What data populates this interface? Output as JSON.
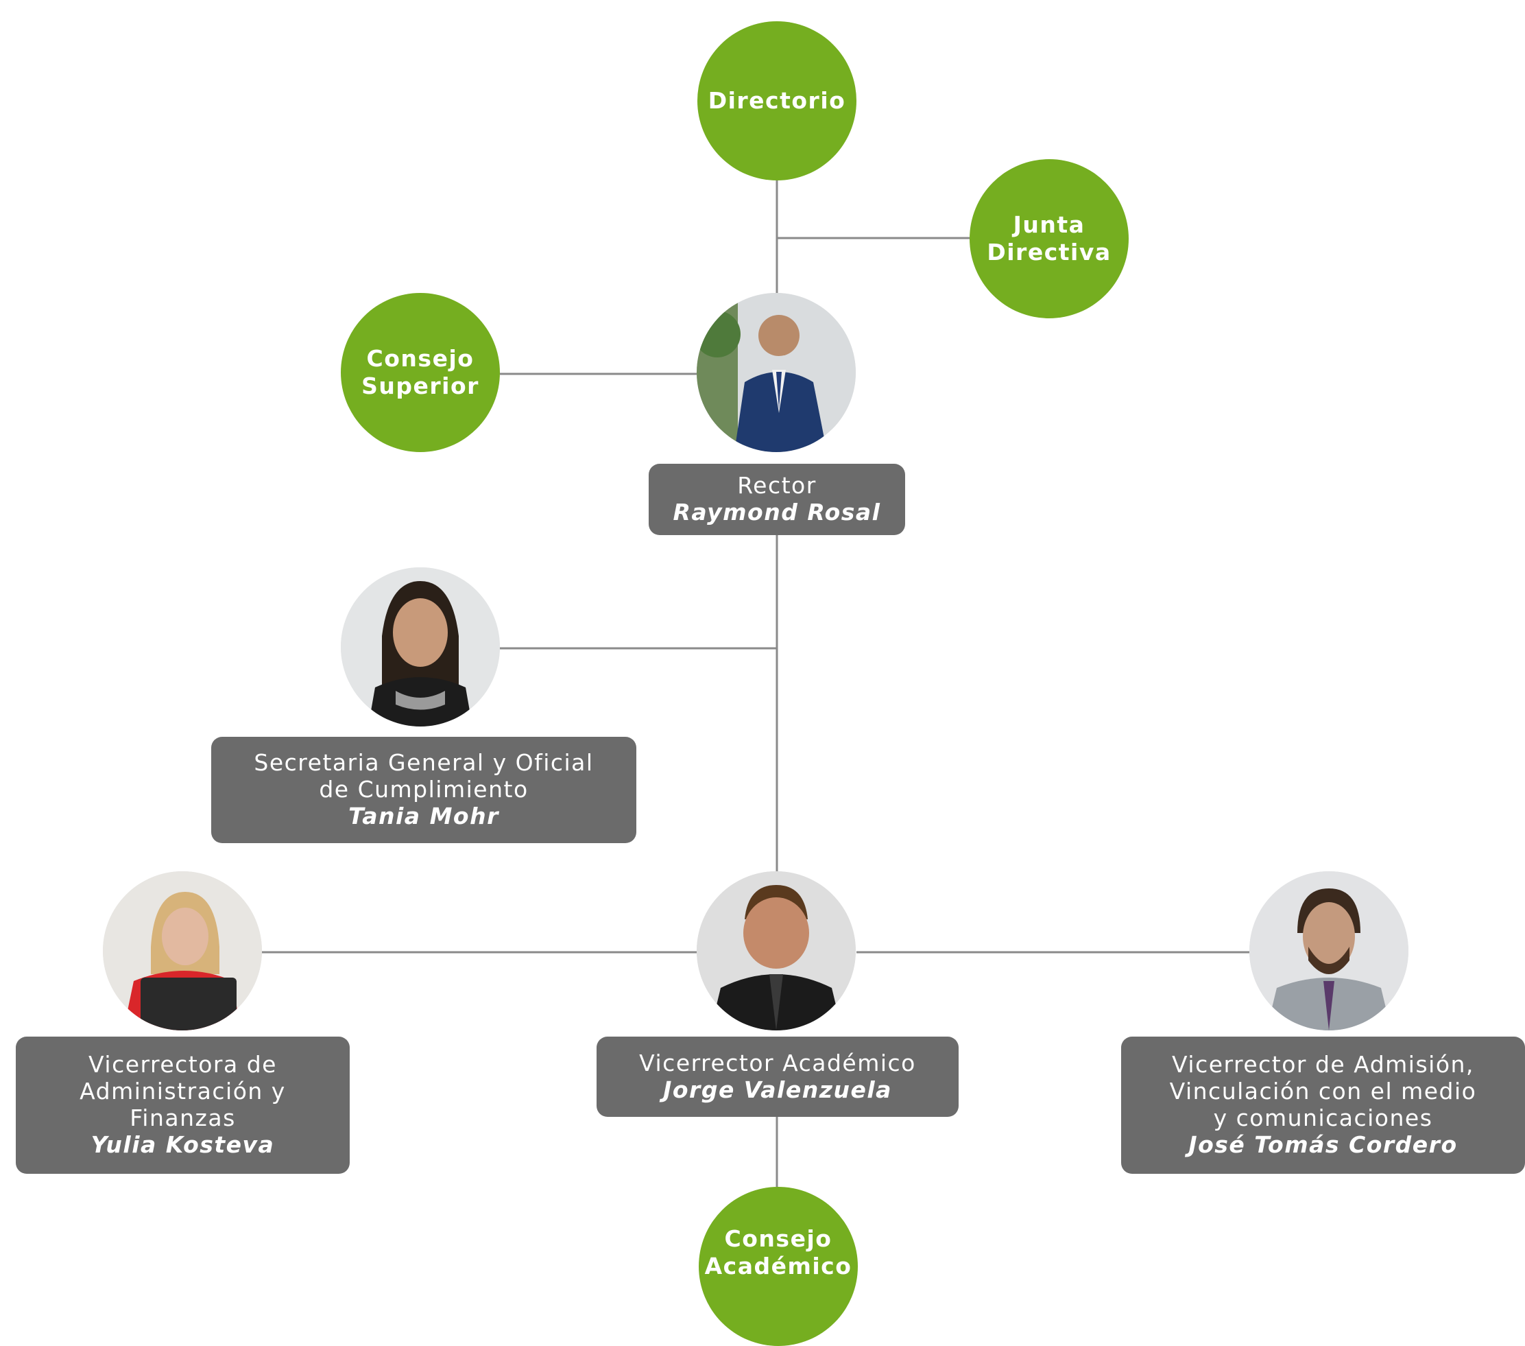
{
  "nodes": {
    "directorio": "Directorio",
    "junta_directiva": [
      "Junta",
      "Directiva"
    ],
    "consejo_superior": [
      "Consejo",
      "Superior"
    ],
    "consejo_academico": [
      "Consejo",
      "Académico"
    ]
  },
  "people": {
    "rector": {
      "role": [
        "Rector"
      ],
      "name": "Raymond Rosal"
    },
    "secretaria": {
      "role": [
        "Secretaria General y Oficial",
        "de Cumplimiento"
      ],
      "name": "Tania Mohr"
    },
    "vicerrectora_admin": {
      "role": [
        "Vicerrectora de",
        "Administración y",
        "Finanzas"
      ],
      "name": "Yulia Kosteva"
    },
    "vicerrector_academico": {
      "role": [
        "Vicerrector Académico"
      ],
      "name": "Jorge Valenzuela"
    },
    "vicerrector_admision": {
      "role": [
        "Vicerrector de Admisión,",
        "Vinculación con el medio",
        "y comunicaciones"
      ],
      "name": "José Tomás Cordero"
    }
  },
  "colors": {
    "green": "#75ae20",
    "box_gray": "#6b6b6b",
    "line_gray": "#8a8a8a"
  }
}
